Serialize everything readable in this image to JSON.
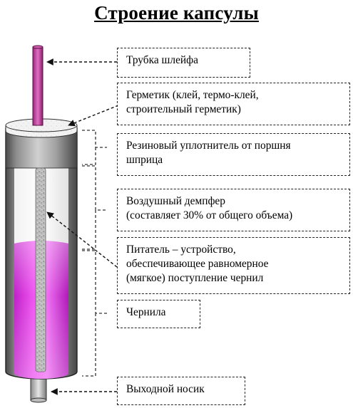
{
  "title": "Строение капсулы",
  "labels": {
    "tube": [
      "Трубка шлейфа"
    ],
    "sealant": [
      "Герметик (клей, термо-клей,",
      "строительный герметик)"
    ],
    "rubber": [
      "Резиновый уплотнитель от поршня",
      "шприца"
    ],
    "damper": [
      "Воздушный демпфер",
      "(составляет 30% от общего объема)"
    ],
    "feeder": [
      "Питатель – устройство,",
      "обеспечивающее равномерное",
      "(мягкое) поступление чернил"
    ],
    "ink": [
      "Чернила"
    ],
    "nozzle": [
      "Выходной носик"
    ]
  },
  "colors": {
    "ink": "#e030e6",
    "tube": "#c03a9c",
    "cylinder_dark": "#555555",
    "cylinder_light": "#d8d8d8",
    "sealant": "#eeeeee"
  }
}
